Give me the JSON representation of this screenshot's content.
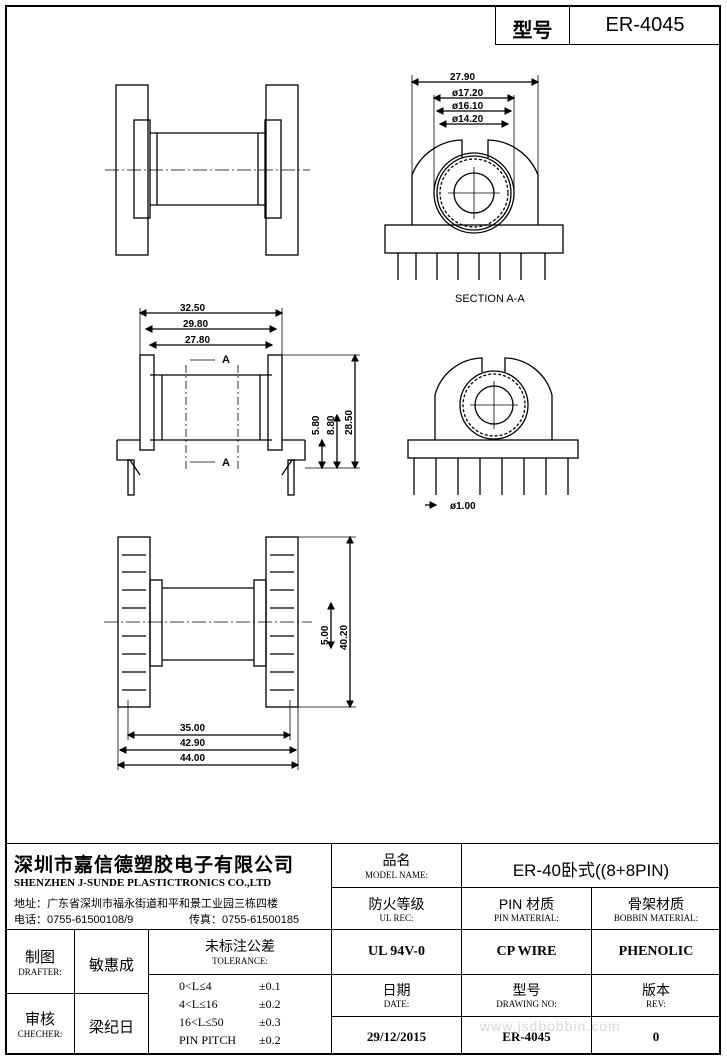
{
  "header": {
    "type_label": "型号",
    "type_value": "ER-4045"
  },
  "drawing": {
    "section_label": "SECTION A-A",
    "section_mark": "A",
    "dims": {
      "top_27_90": "27.90",
      "top_17_20": "ø17.20",
      "top_16_10": "ø16.10",
      "top_14_20": "ø14.20",
      "side_32_50": "32.50",
      "side_29_80": "29.80",
      "side_27_80": "27.80",
      "side_5_80": "5.80",
      "side_8_80": "8.80",
      "side_28_50": "28.50",
      "pin_dia": "ø1.00",
      "bot_5_00": "5.00",
      "bot_40_20": "40.20",
      "bot_35_00": "35.00",
      "bot_42_90": "42.90",
      "bot_44_00": "44.00"
    }
  },
  "company": {
    "name_cn": "深圳市嘉信德塑胶电子有限公司",
    "name_en": "SHENZHEN J-SUNDE PLASTICTRONICS CO.,LTD",
    "address": "地址：广东省深圳市福永街道和平和景工业园三栋四楼",
    "tel": "电话：0755-61500108/9",
    "fax": "传真：0755-61500185"
  },
  "fields": {
    "model_cn": "品名",
    "model_en": "MODEL NAME:",
    "model_value": "ER-40卧式((8+8PIN)",
    "ul_cn": "防火等级",
    "ul_en": "UL REC:",
    "ul_value": "UL 94V-0",
    "pin_cn": "PIN 材质",
    "pin_en": "PIN MATERIAL:",
    "pin_value": "CP WIRE",
    "bobbin_cn": "骨架材质",
    "bobbin_en": "BOBBIN MATERIAL:",
    "bobbin_value": "PHENOLIC",
    "drafter_cn": "制图",
    "drafter_en": "DRAFTER:",
    "drafter_value": "敏惠成",
    "checker_cn": "审核",
    "checker_en": "CHECHER:",
    "checker_value": "梁纪日",
    "tol_cn": "未标注公差",
    "tol_en": "TOLERANCE:",
    "tol_rows": [
      {
        "range": "0<L≤4",
        "value": "±0.1"
      },
      {
        "range": "4<L≤16",
        "value": "±0.2"
      },
      {
        "range": "16<L≤50",
        "value": "±0.3"
      },
      {
        "range": "PIN PITCH",
        "value": "±0.2"
      }
    ],
    "date_cn": "日期",
    "date_en": "DATE:",
    "date_value": "29/12/2015",
    "drawing_cn": "型号",
    "drawing_en": "DRAWING NO:",
    "drawing_value": "ER-4045",
    "rev_cn": "版本",
    "rev_en": "REV:",
    "rev_value": "0"
  },
  "watermark": "www.jsdbobbin.com"
}
